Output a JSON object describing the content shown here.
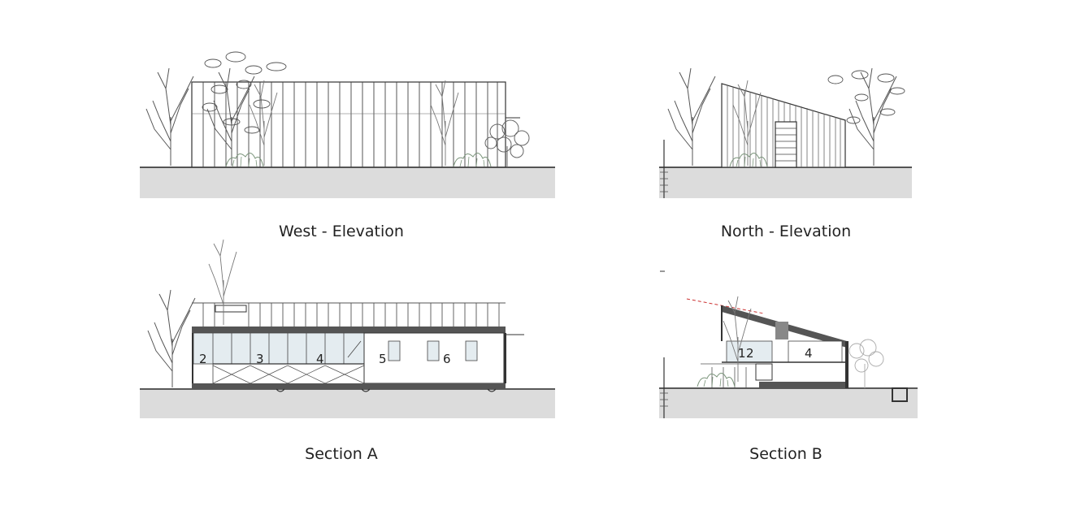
{
  "drawings": [
    {
      "id": "west",
      "caption": "West - Elevation"
    },
    {
      "id": "north",
      "caption": "North - Elevation"
    },
    {
      "id": "sectionA",
      "caption": "Section A",
      "room_numbers": [
        "2",
        "3",
        "4",
        "5",
        "6"
      ]
    },
    {
      "id": "sectionB",
      "caption": "Section B",
      "room_numbers": [
        "1",
        "2",
        "4"
      ]
    }
  ],
  "colors": {
    "ground": "#dcdcdc",
    "line": "#333333",
    "glass": "#e4ecf0",
    "roof": "#555555",
    "foliage": "#8fa58f",
    "dimension_line": "#cc3333"
  }
}
